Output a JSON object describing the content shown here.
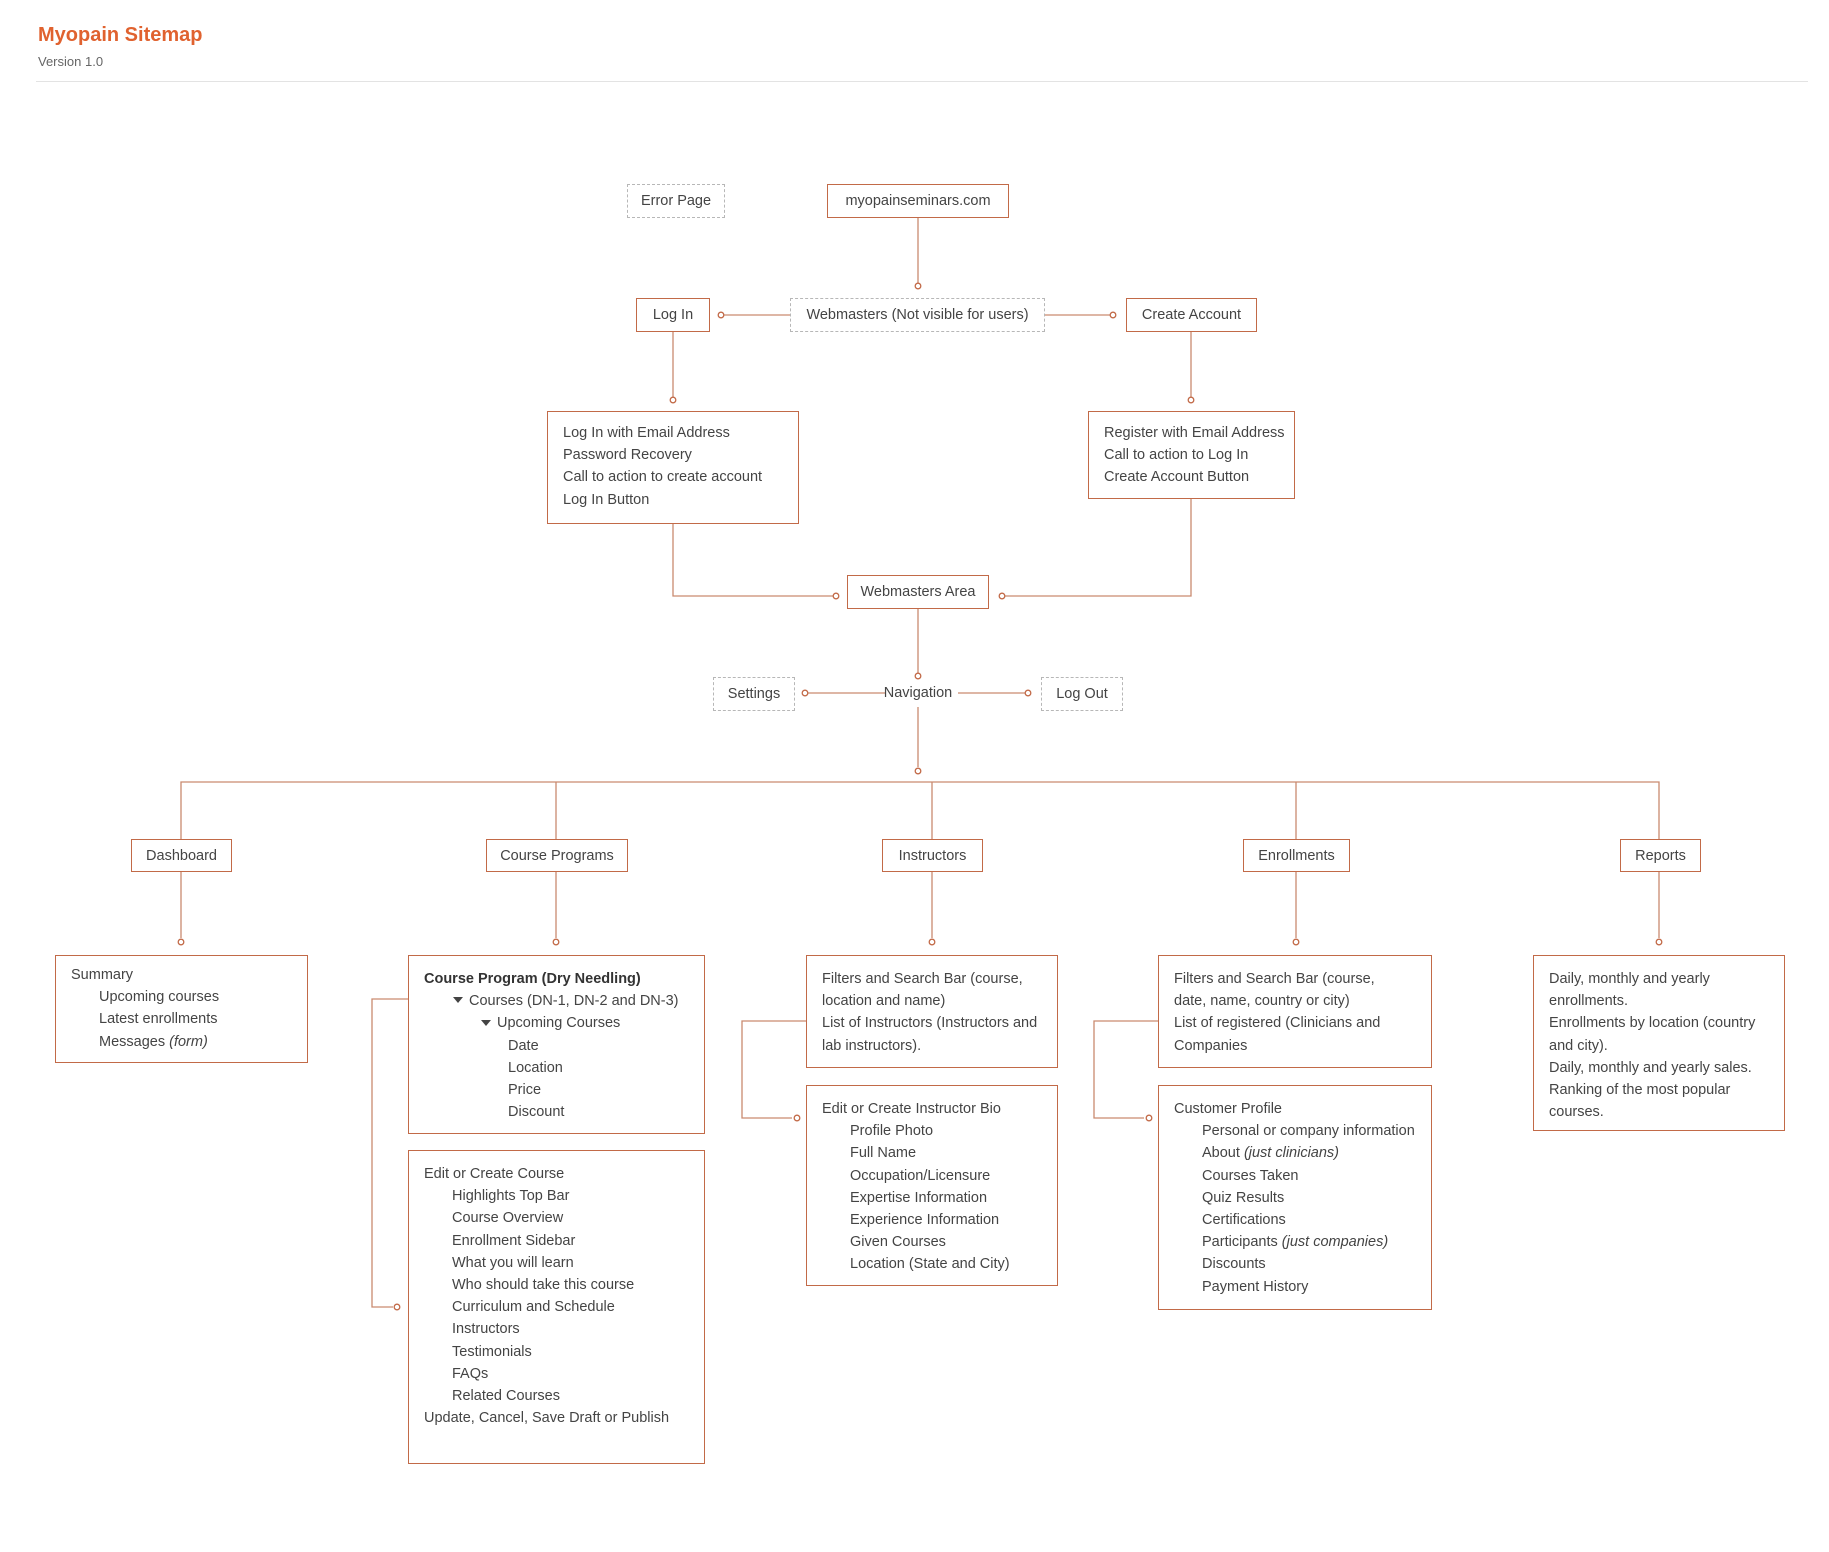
{
  "header": {
    "title": "Myopain Sitemap",
    "version": "Version 1.0"
  },
  "nodes": {
    "error_page": "Error Page",
    "root": "myopainseminars.com",
    "webmasters": "Webmasters (Not visible for users)",
    "log_in": "Log In",
    "create_account": "Create Account",
    "webmasters_area": "Webmasters Area",
    "navigation": "Navigation",
    "settings": "Settings",
    "log_out": "Log Out",
    "dashboard": "Dashboard",
    "course_programs": "Course Programs",
    "instructors": "Instructors",
    "enrollments": "Enrollments",
    "reports": "Reports"
  },
  "login_box": [
    "Log In with Email Address",
    "Password Recovery",
    "Call to action to create account",
    "Log In Button"
  ],
  "register_box": [
    "Register with Email Address",
    "Call to action to Log In",
    "Create Account Button"
  ],
  "dashboard_box": {
    "heading": "Summary",
    "items": [
      "Upcoming courses",
      "Latest enrollments"
    ],
    "messages": "Messages",
    "messages_note": "(form)"
  },
  "course_program_box": {
    "heading": "Course Program (Dry Needling)",
    "courses": "Courses (DN-1, DN-2 and DN-3)",
    "upcoming": "Upcoming Courses",
    "fields": [
      "Date",
      "Location",
      "Price",
      "Discount"
    ]
  },
  "edit_course_box": {
    "heading": "Edit or Create Course",
    "items": [
      "Highlights Top Bar",
      "Course Overview",
      "Enrollment Sidebar",
      "What you will learn",
      "Who should take this course",
      "Curriculum and Schedule",
      "Instructors",
      "Testimonials",
      "FAQs",
      "Related Courses"
    ],
    "footer": "Update, Cancel, Save Draft or Publish"
  },
  "instructors_list_box": [
    "Filters and Search Bar (course,",
    "location and name)",
    "List of Instructors (Instructors and",
    "lab instructors)."
  ],
  "instructor_bio_box": {
    "heading": "Edit or Create Instructor Bio",
    "items": [
      "Profile Photo",
      "Full Name",
      "Occupation/Licensure",
      "Expertise Information",
      "Experience Information",
      "Given Courses",
      "Location (State and City)"
    ]
  },
  "enrollments_list_box": [
    "Filters and Search Bar (course,",
    "date, name, country or city)",
    "List of registered (Clinicians and",
    "Companies"
  ],
  "customer_profile_box": {
    "heading": "Customer Profile",
    "personal": "Personal or company information",
    "about": "About",
    "about_note": "(just clinicians)",
    "items": [
      "Courses Taken",
      "Quiz Results",
      "Certifications"
    ],
    "participants": "Participants",
    "participants_note": "(just companies)",
    "items2": [
      "Discounts",
      "Payment History"
    ]
  },
  "reports_box": [
    "Daily, monthly and yearly",
    "enrollments.",
    "Enrollments by location (country",
    "and city).",
    "Daily, monthly and yearly sales.",
    "Ranking of the most popular",
    "courses."
  ],
  "colors": {
    "accent": "#e0622f",
    "line": "#c26a48",
    "dashed": "#b7b7b7",
    "text": "#444444"
  }
}
